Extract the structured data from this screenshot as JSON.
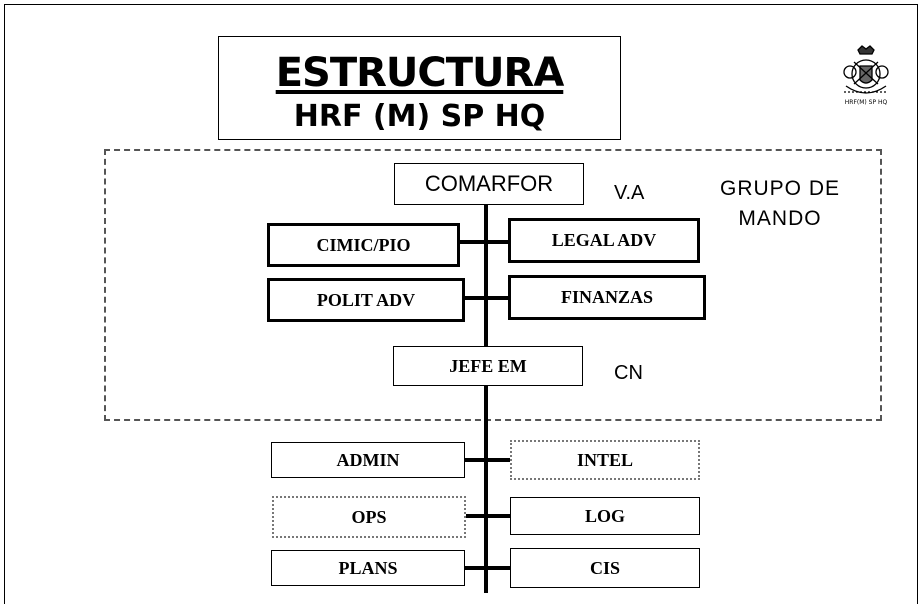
{
  "title": {
    "main": "ESTRUCTURA",
    "subtitle": "HRF (M) SP HQ"
  },
  "group": {
    "label_line1": "GRUPO DE",
    "label_line2": "MANDO"
  },
  "nodes": {
    "comarfor": "COMARFOR",
    "comarfor_rank": "V.A",
    "cimic_pio": "CIMIC/PIO",
    "legal_adv": "LEGAL ADV",
    "polit_adv": "POLIT ADV",
    "finanzas": "FINANZAS",
    "jefe_em": "JEFE EM",
    "jefe_em_rank": "CN",
    "admin": "ADMIN",
    "intel": "INTEL",
    "ops": "OPS",
    "log": "LOG",
    "plans": "PLANS",
    "cis": "CIS"
  },
  "colors": {
    "line": "#000000",
    "dashed_border": "#555555",
    "dotted_border": "#777777"
  },
  "logo": {
    "icon": "naval-crest-icon",
    "caption": "HRF(M) SP HQ"
  }
}
